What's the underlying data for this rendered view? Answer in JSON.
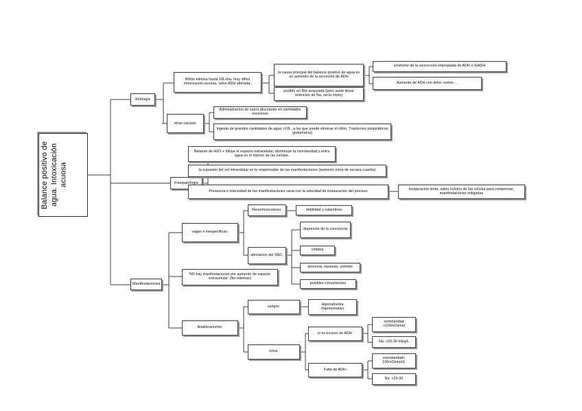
{
  "diagram": {
    "type": "mind-map",
    "title": "Balance positivo de agua. Intoxicación acuosa",
    "root": {
      "label": "Balance positivo de agua. Intoxicación acuosa"
    },
    "branches": [
      {
        "id": "etiologia",
        "label": "Etiologia",
        "children": [
          {
            "id": "rinon-elimina",
            "label": "Riñón elimina hasta 10L/día. muy dificil intoxicación acuosa, salvo ADH alterada.",
            "children": [
              {
                "id": "causa-principal-adh",
                "label": "la causa principal del balance positivo de agua es un aumento de la secreción de ADH",
                "children": [
                  {
                    "id": "siadh",
                    "label": "sindrome de la secreccion impropiada de ADH o SIADH"
                  },
                  {
                    "id": "aumento-adh-dolor",
                    "label": "Aumento de ADH con dolor, estrés ..."
                  }
                ]
              },
              {
                "id": "ira-avanzada",
                "label": "posible en IRa avanzada (pero suele llevar retencion de Na, sería mixto)",
                "children": []
              }
            ]
          },
          {
            "id": "otras-causas",
            "label": "otras causas:",
            "children": [
              {
                "id": "suero-glucosado",
                "label": "Administracion de suero glucosado en cantidades excesivas"
              },
              {
                "id": "ingesta-agua",
                "label": "Ingesta de grandes cantidades de agua >10L, a las que puede eliminar el riñón. Trastornos psiquiátricos (potomanía)"
              }
            ]
          }
        ]
      },
      {
        "id": "fisiopatologia",
        "label": "Fisiopatologia",
        "children": [
          {
            "id": "balance-h2o",
            "label": "Balance de H2O + diluye el espacio extracelular, disminuye la osmolaridad y entra agua en el interior de las celulas."
          },
          {
            "id": "expansion-vol",
            "label": "la expasion del vol intracelular es la responsable de las manifestaciones (aumento extra de escasa cuantia)"
          },
          {
            "id": "presencia-intensidad",
            "label": "Presencia e intensidad de las manifestaciones varia con la vebcidad de instauracion del proceso",
            "children": [
              {
                "id": "instauracion-lenta",
                "label": "instauracion lenta, salen solutos de las celulas para compensar, manifestaciones mitigadas"
              }
            ]
          }
        ]
      },
      {
        "id": "manifestaciones",
        "label": "Manifestaciones",
        "children": [
          {
            "id": "vagas-inespecificas",
            "label": "vagas e inespecificas:",
            "children": [
              {
                "id": "neuromusculares",
                "label": "Neuromusculares:",
                "children": [
                  {
                    "id": "debilidad-calambres",
                    "label": "debilidad y calambres"
                  }
                ]
              },
              {
                "id": "afectacion-snc",
                "label": "afectacion del SNC:",
                "children": [
                  {
                    "id": "depresion-conciencia",
                    "label": "depresion de la conciencia"
                  },
                  {
                    "id": "cefalea",
                    "label": "cefalea"
                  },
                  {
                    "id": "anorexia",
                    "label": "anorexia, nauseas, vomitos"
                  },
                  {
                    "id": "convulsiones",
                    "label": "posibles convulsiones"
                  }
                ]
              }
            ]
          },
          {
            "id": "no-hay-manifestaciones",
            "label": "NO hay manifestaciones por aumento de espacio extracelular. (No edemas)",
            "children": []
          },
          {
            "id": "analiticamente",
            "label": "Analiticamente:",
            "children": [
              {
                "id": "sangre",
                "label": "sangre:",
                "children": [
                  {
                    "id": "hiponatremia",
                    "label": "Hiponatremia (hipoosmolar)"
                  }
                ]
              },
              {
                "id": "orina",
                "label": "orina:",
                "children": [
                  {
                    "id": "exceso-adh",
                    "label": "si es exceso de ADH:",
                    "children": [
                      {
                        "id": "osm-mayor-100",
                        "label": "osmolaridad >100mOsmol"
                      },
                      {
                        "id": "na-mayor-25-30",
                        "label": "Na: >25-30 mEq/L"
                      }
                    ]
                  },
                  {
                    "id": "falta-adh",
                    "label": "Falta de ADH:",
                    "children": [
                      {
                        "id": "osm-menor-100",
                        "label": "osmolaridad< 100mOsmol/L"
                      },
                      {
                        "id": "na-menor-25-30",
                        "label": "Na: <25-30"
                      }
                    ]
                  }
                ]
              }
            ]
          }
        ]
      }
    ]
  },
  "nodes": {
    "root": "Balance positivo de agua. Intoxicación acuosa",
    "etiologia": "Etiologia",
    "rinon": "Riñón elimina hasta 10L/día. muy dificil intoxicación acuosa, salvo ADH alterada.",
    "causa_principal": "la causa principal del balance positivo de agua es un aumento de la secreción de ADH",
    "siadh": "sindrome de la secreccion impropiada de ADH o SIADH",
    "aumento_adh": "Aumento de ADH con dolor, estrés ...",
    "ira": "posible en IRa avanzada (pero suele llevar retencion de Na, sería mixto)",
    "otras_causas": "otras causas:",
    "suero": "Administracion de suero glucosado en cantidades excesivas",
    "ingesta": "Ingesta de grandes cantidades de agua >10L, a las que puede eliminar el riñón. Trastornos psiquiátricos (potomanía)",
    "fisiopatologia": "Fisiopatologia",
    "balance_h2o": "Balance de H2O + diluye el espacio extracelular, disminuye la osmolaridad y entra agua en el interior de las celulas.",
    "expansion": "la expasion del vol intracelular es la responsable de las manifestaciones (aumento extra de escasa cuantia)",
    "presencia": "Presencia e intensidad de las manifestaciones varia con la vebcidad de instauracion del proceso",
    "instauracion": "instauracion lenta, salen solutos de las celulas para compensar, manifestaciones mitigadas",
    "manifestaciones": "Manifestaciones",
    "vagas": "vagas e inespecificas:",
    "neuromusculares": "Neuromusculares:",
    "debilidad": "debilidad y calambres",
    "afectacion_snc": "afectacion del SNC:",
    "depresion": "depresion de la conciencia",
    "cefalea": "cefalea",
    "anorexia": "anorexia, nauseas, vomitos",
    "convulsiones": "posibles convulsiones",
    "no_manifest": "NO hay manifestaciones por aumento de espacio extracelular. (No edemas)",
    "analiticamente": "Analiticamente:",
    "sangre": "sangre:",
    "hiponatremia": "Hiponatremia (hipoosmolar)",
    "orina": "orina:",
    "exceso_adh": "si es exceso de ADH:",
    "osm_mayor": "osmolaridad >100mOsmol",
    "na_mayor": "Na: >25-30 mEq/L",
    "falta_adh": "Falta de ADH:",
    "osm_menor": "osmolaridad< 100mOsmol/L",
    "na_menor": "Na: <25-30"
  },
  "style": {
    "box_border_color": "#3b3b3b",
    "box_fill": "#ffffff",
    "shadow_color": "#9a9a9a",
    "line_color": "#3b3b3b",
    "background": "#ffffff"
  }
}
